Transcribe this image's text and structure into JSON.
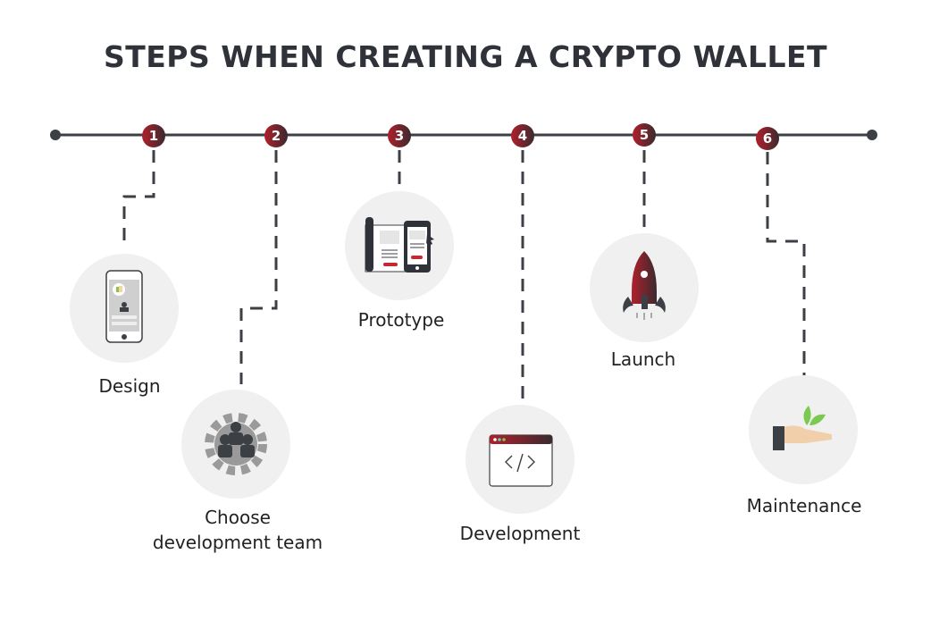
{
  "title": "STEPS WHEN CREATING A CRYPTO WALLET",
  "colors": {
    "accent": "#b0202c",
    "accent_dark": "#3a2a2e",
    "line": "#3c3f44",
    "circle_bg": "#f0f0f0"
  },
  "steps": [
    {
      "number": "1",
      "label": "Design",
      "icon": "smartphone-design-icon"
    },
    {
      "number": "2",
      "label": "Choose development team",
      "label_lines": [
        "Choose",
        "development team"
      ],
      "icon": "team-gear-icon"
    },
    {
      "number": "3",
      "label": "Prototype",
      "icon": "prototype-screens-icon"
    },
    {
      "number": "4",
      "label": "Development",
      "icon": "code-window-icon"
    },
    {
      "number": "5",
      "label": "Launch",
      "icon": "rocket-icon"
    },
    {
      "number": "6",
      "label": "Maintenance",
      "icon": "hand-plant-icon"
    }
  ]
}
